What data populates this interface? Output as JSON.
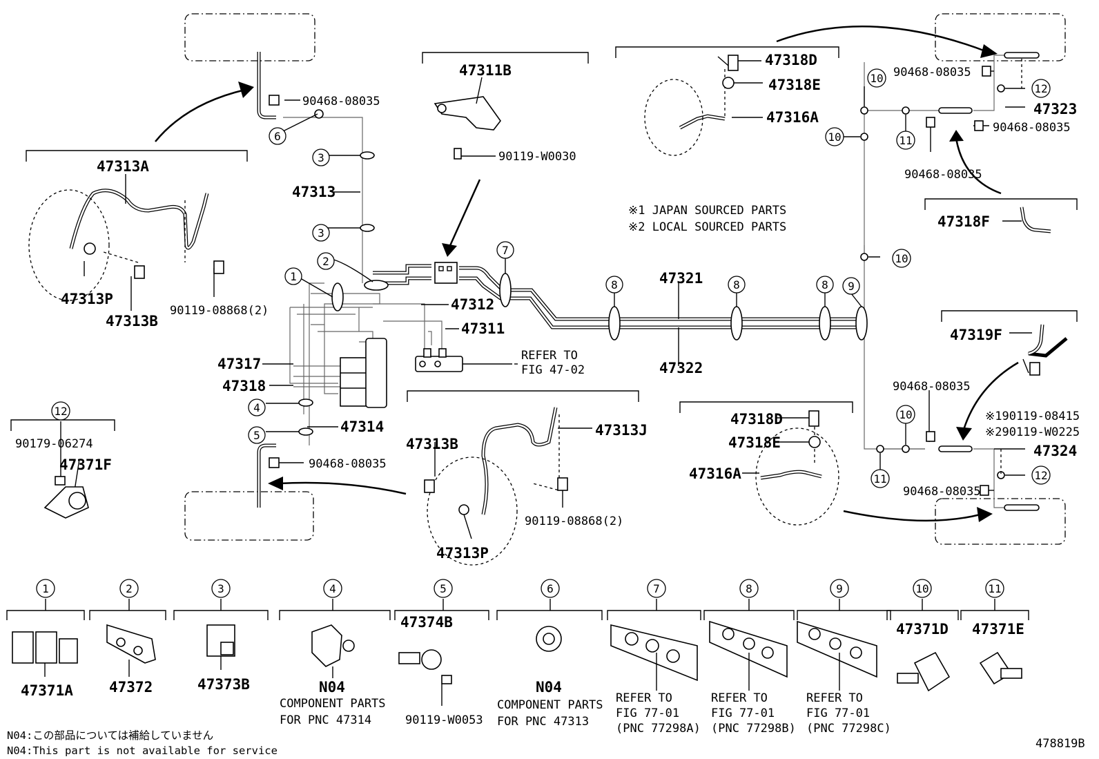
{
  "labels": {
    "p47311B": "47311B",
    "p90119W0030": "90119-W0030",
    "p47318D_top": "47318D",
    "p47318E_top": "47318E",
    "p47316A_top": "47316A",
    "p90468_tl": "90468-08035",
    "p47313A": "47313A",
    "p47313": "47313",
    "p47313P_l": "47313P",
    "p47313B_l": "47313B",
    "p90119_08868_l": "90119-08868(2)",
    "p47312": "47312",
    "p47311": "47311",
    "refer_to": "REFER TO",
    "fig4702": "FIG 47-02",
    "p47317": "47317",
    "p47318": "47318",
    "p47314": "47314",
    "p90468_bl": "90468-08035",
    "p90179": "90179-06274",
    "p47371F": "47371F",
    "p47321": "47321",
    "p47322": "47322",
    "note1": "※1 JAPAN SOURCED PARTS",
    "note2": "※2 LOCAL SOURCED PARTS",
    "p90468_tr1": "90468-08035",
    "p47323": "47323",
    "p90468_tr2": "90468-08035",
    "p90468_tr3": "90468-08035",
    "p47318F": "47318F",
    "p47319F": "47319F",
    "p90119_08415": "※190119-08415",
    "p90119_W0225": "※290119-W0225",
    "p90468_mr": "90468-08035",
    "p47324": "47324",
    "p90468_br": "90468-08035",
    "p47318D_mid": "47318D",
    "p47318E_mid": "47318E",
    "p47316A_mid": "47316A",
    "p47313B_c": "47313B",
    "p47313J": "47313J",
    "p90119_08868_c": "90119-08868(2)",
    "p47313P_c": "47313P",
    "footnote_jp": "N04:この部品については補給していません",
    "footnote_en": "N04:This part is not available for service",
    "diagram_id": "478819B"
  },
  "callouts": {
    "c1": "1",
    "c2": "2",
    "c3": "3",
    "c4": "4",
    "c5": "5",
    "c6": "6",
    "c7": "7",
    "c8": "8",
    "c9": "9",
    "c10": "10",
    "c11": "11",
    "c12": "12"
  },
  "legend": {
    "c1": "1",
    "l1": "47371A",
    "c2": "2",
    "l2": "47372",
    "c3": "3",
    "l3": "47373B",
    "c4": "4",
    "l4": "N04",
    "l4a": "COMPONENT PARTS",
    "l4b": "FOR PNC 47314",
    "c5": "5",
    "l5": "47374B",
    "l5b": "90119-W0053",
    "c6": "6",
    "l6": "N04",
    "l6a": "COMPONENT PARTS",
    "l6b": "FOR PNC 47313",
    "c7": "7",
    "l7a": "REFER TO",
    "l7b": "FIG 77-01",
    "l7c": "(PNC 77298A)",
    "c8": "8",
    "l8a": "REFER TO",
    "l8b": "FIG 77-01",
    "l8c": "(PNC 77298B)",
    "c9": "9",
    "l9a": "REFER TO",
    "l9b": "FIG 77-01",
    "l9c": "(PNC 77298C)",
    "c10": "10",
    "l10": "47371D",
    "c11": "11",
    "l11": "47371E"
  }
}
